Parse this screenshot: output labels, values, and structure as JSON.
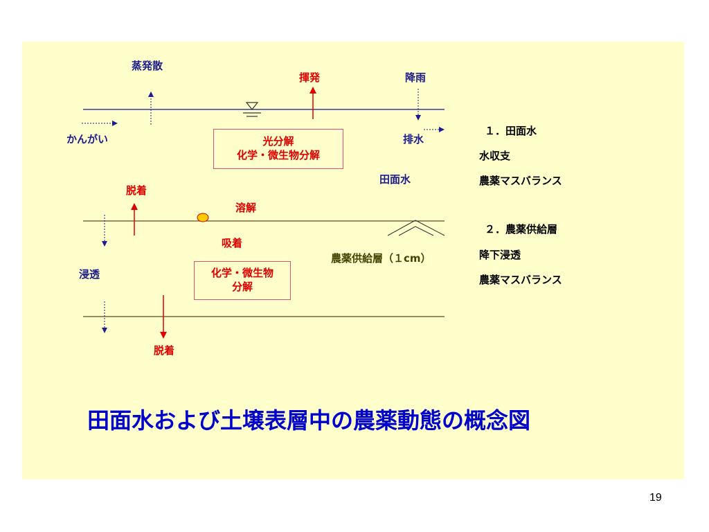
{
  "diagram": {
    "labels": {
      "evapotranspiration": "蒸発散",
      "volatilization": "揮発",
      "rainfall": "降雨",
      "irrigation": "かんがい",
      "drainage": "排水",
      "paddy_water": "田面水",
      "desorption_top": "脱着",
      "dissolution": "溶解",
      "adsorption": "吸着",
      "supply_layer": "農薬供給層（１cm）",
      "percolation": "浸透",
      "desorption_bottom": "脱着"
    },
    "box_photo": {
      "line1": "光分解",
      "line2": "化学・微生物分解"
    },
    "box_soil": {
      "line1": "化学・微生物",
      "line2": "分解"
    },
    "legend": {
      "item1_title": "１．田面水",
      "item1_line1": "水収支",
      "item1_line2": "農薬マスバランス",
      "item2_title": "２．農薬供給層",
      "item2_line1": "降下浸透",
      "item2_line2": "農薬マスバランス"
    },
    "colors": {
      "blue_text": "#1c1c8c",
      "red_text": "#e00000",
      "background": "#ffffcc",
      "title": "#0000cc",
      "particle": "#ffcc00"
    }
  },
  "title": "田面水および土壌表層中の農薬動態の概念図",
  "page_number": "19"
}
